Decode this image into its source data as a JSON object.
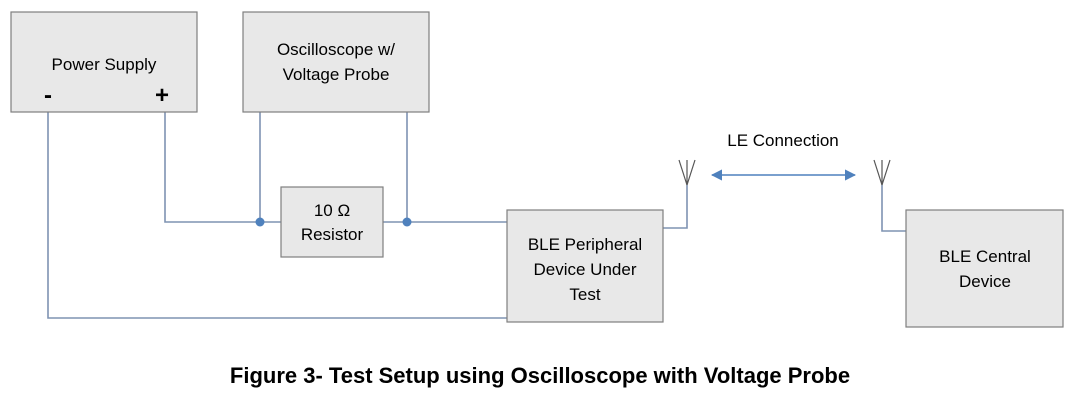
{
  "nodes": {
    "power_supply": {
      "title": "Power Supply",
      "minus": "-",
      "plus": "+"
    },
    "oscilloscope": {
      "line1": "Oscilloscope w/",
      "line2": "Voltage Probe"
    },
    "resistor": {
      "line1": "10 Ω",
      "line2": "Resistor"
    },
    "peripheral": {
      "line1": "BLE Peripheral",
      "line2": "Device Under",
      "line3": "Test"
    },
    "central": {
      "line1": "BLE Central",
      "line2": "Device"
    }
  },
  "link": {
    "label": "LE Connection"
  },
  "caption": "Figure 3- Test Setup using Oscilloscope with Voltage Probe",
  "colors": {
    "box_fill": "#e8e8e8",
    "box_stroke": "#7f7f7f",
    "wire": "#7f93b2",
    "junction": "#4f81bd",
    "arrow": "#4f81bd"
  }
}
